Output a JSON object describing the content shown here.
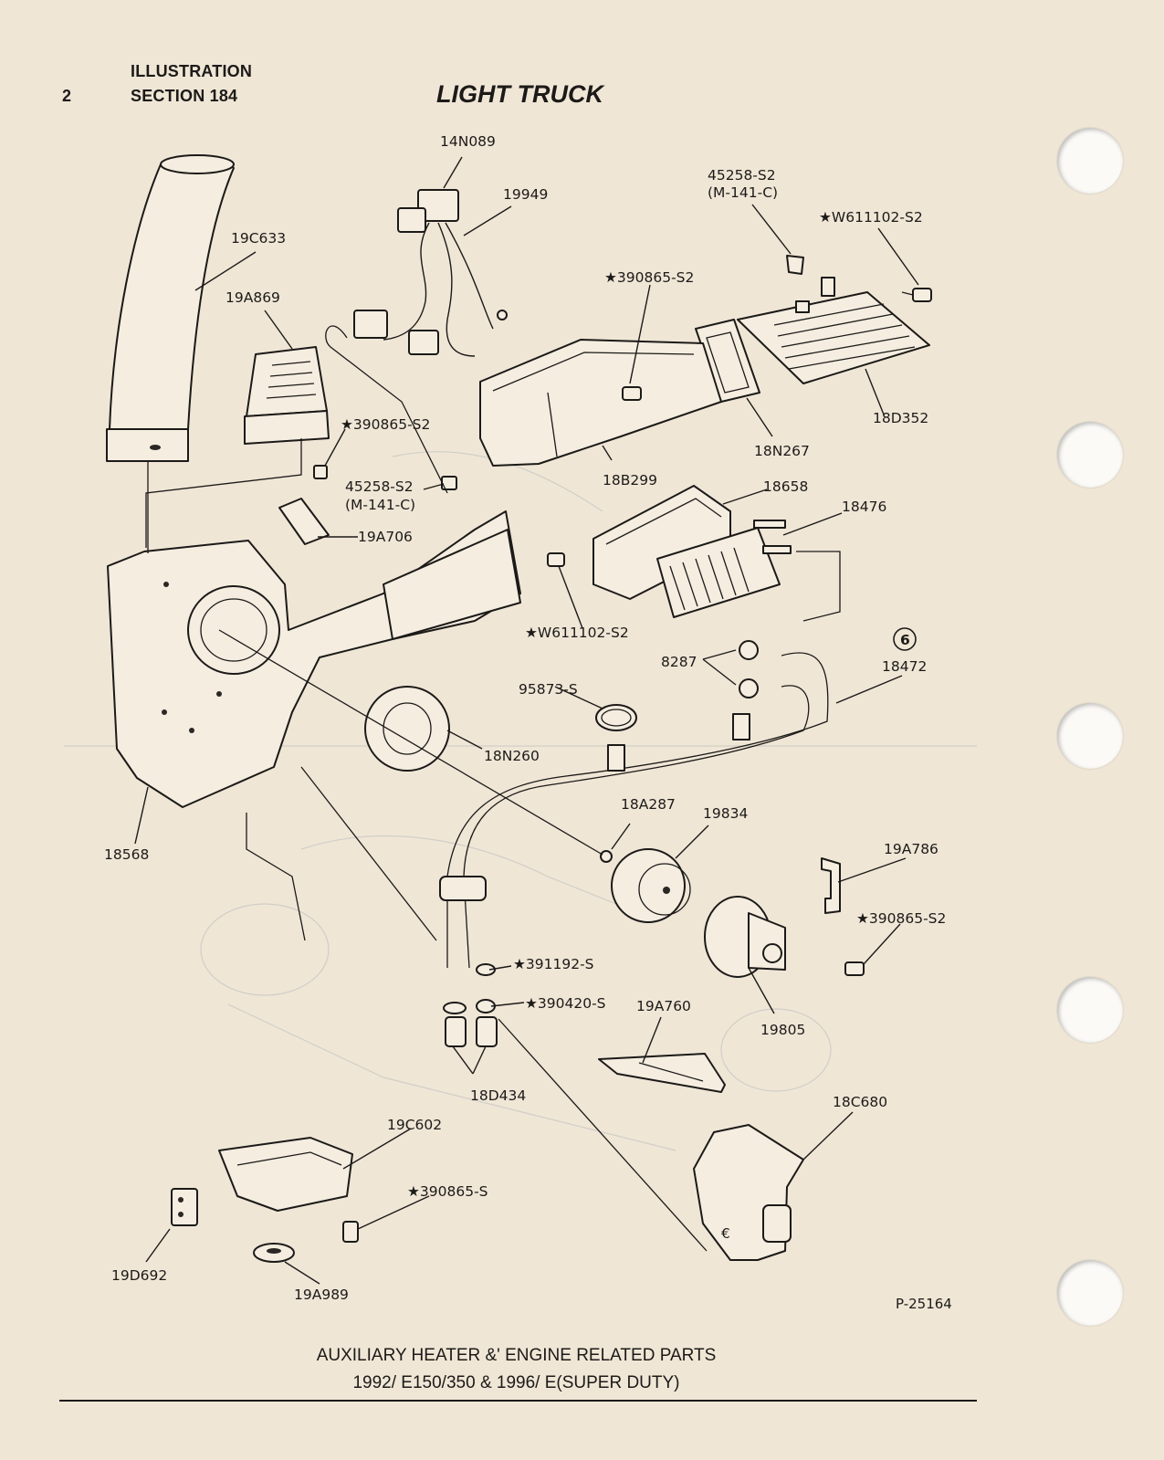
{
  "header": {
    "page_number": "2",
    "line1": "ILLUSTRATION",
    "line2": "SECTION 184",
    "title": "LIGHT TRUCK"
  },
  "callouts": {
    "c14N089": "14N089",
    "c19949": "19949",
    "c45258_top": "45258-S2",
    "c45258_top_sub": "(M-141-C)",
    "cW611102_top": "★W611102-S2",
    "c19C633": "19C633",
    "c390865_top": "★390865-S2",
    "c19A869": "19A869",
    "c18D352": "18D352",
    "c18N267": "18N267",
    "c390865_mid": "★390865-S2",
    "c18B299": "18B299",
    "c45258_mid": "45258-S2",
    "c45258_mid_sub": "(M-141-C)",
    "c18658": "18658",
    "c18476": "18476",
    "c19A706": "19A706",
    "cW611102_mid": "★W611102-S2",
    "c6": "6",
    "c18472": "18472",
    "c8287": "8287",
    "c95873": "95873-S",
    "c18N260": "18N260",
    "c18A287": "18A287",
    "c19834": "19834",
    "c18568": "18568",
    "c19A786": "19A786",
    "c390865_right": "★390865-S2",
    "c391192": "★391192-S",
    "c390420": "★390420-S",
    "c19A760": "19A760",
    "c19805": "19805",
    "c18D434": "18D434",
    "c18C680": "18C680",
    "c19C602": "19C602",
    "c390865_S": "★390865-S",
    "c19D692": "19D692",
    "c19A989": "19A989"
  },
  "figure_id": "P-25164",
  "caption": {
    "line1": "AUXILIARY HEATER &' ENGINE RELATED PARTS",
    "line2": "1992/ E150/350 & 1996/ E(SUPER DUTY)"
  },
  "colors": {
    "paper": "#efe6d6",
    "ink": "#1c1a18",
    "bleed_through": "#9aa3ae",
    "punch_hole": "#fbfaf7"
  }
}
